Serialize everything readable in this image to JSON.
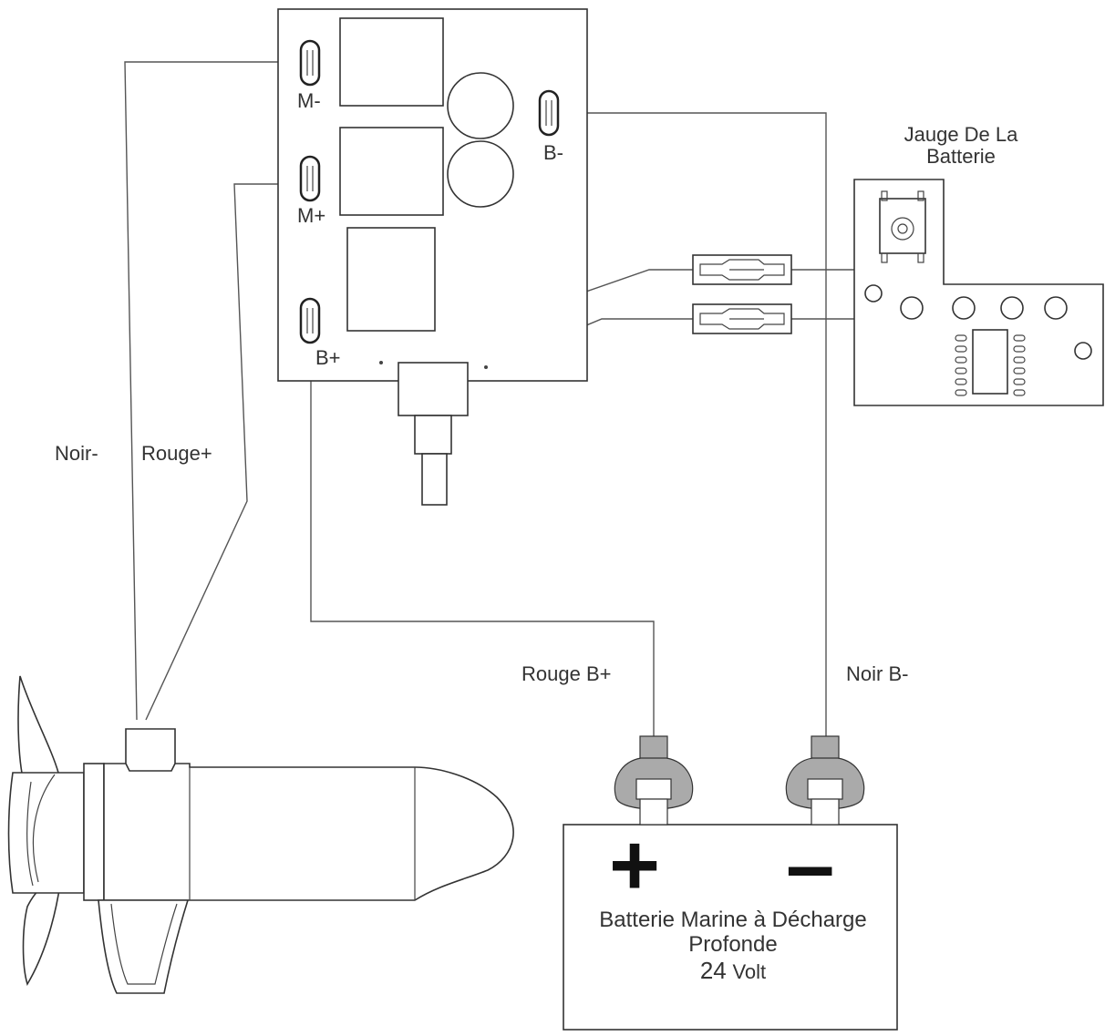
{
  "diagram": {
    "controller_terminals": {
      "motor_negative": "M-",
      "motor_positive": "M+",
      "battery_negative": "B-",
      "battery_positive": "B+"
    },
    "gauge_title": {
      "line1": "Jauge De La",
      "line2": "Batterie"
    },
    "wire_labels": {
      "motor_black": "Noir-",
      "motor_red": "Rouge+",
      "battery_red": "Rouge B+",
      "battery_black": "Noir B-"
    },
    "battery": {
      "plus_symbol": "+",
      "minus_symbol": "–",
      "line1": "Batterie Marine à Décharge",
      "line2": "Profonde",
      "voltage_value": "24",
      "voltage_unit": "Volt"
    }
  }
}
